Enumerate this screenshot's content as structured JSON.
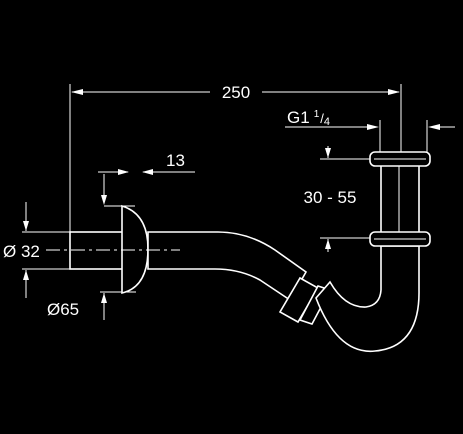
{
  "drawing": {
    "dimensions": {
      "overall_length": "250",
      "thread": "G1",
      "thread_fraction_num": "1",
      "thread_fraction_den": "4",
      "wall_flange_offset": "13",
      "height_range": "30 - 55",
      "inlet_diameter": "Ø 32",
      "rosette_diameter": "Ø65"
    },
    "colors": {
      "background": "#000000",
      "lines": "#ffffff"
    }
  }
}
